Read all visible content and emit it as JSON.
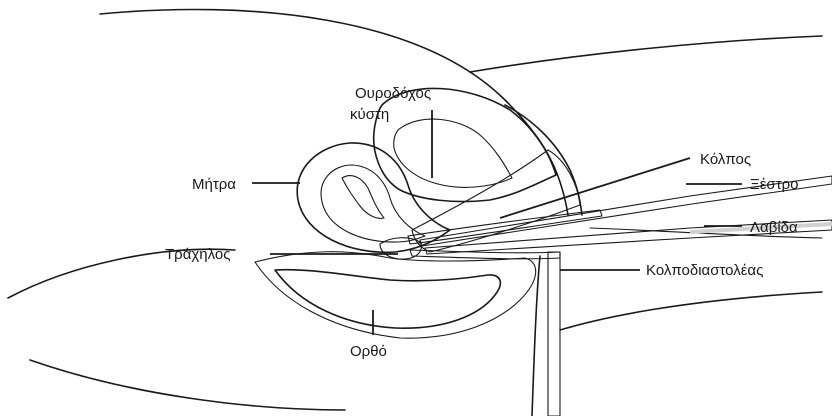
{
  "labels": {
    "bladder_line1": "Ουροδόχος",
    "bladder_line2": "κύστη",
    "vagina": "Κόλπος",
    "scraper": "Ξέστρο",
    "uterus": "Μήτρα",
    "forceps": "Λαβίδα",
    "cervix": "Τράχηλος",
    "speculum": "Κολποδιαστολέας",
    "rectum": "Ορθό"
  },
  "colors": {
    "stroke": "#1a1a1a",
    "uterus_wall": "#d4d4d4",
    "uterus_cavity": "#9c9c9c",
    "bladder": "#e4e4e4",
    "bladder_inner": "#c9c9c9",
    "vaginal_canal": "#8d8d8d",
    "rectum": "#e2e2e2",
    "pelvic_tissue": "#ececec"
  }
}
